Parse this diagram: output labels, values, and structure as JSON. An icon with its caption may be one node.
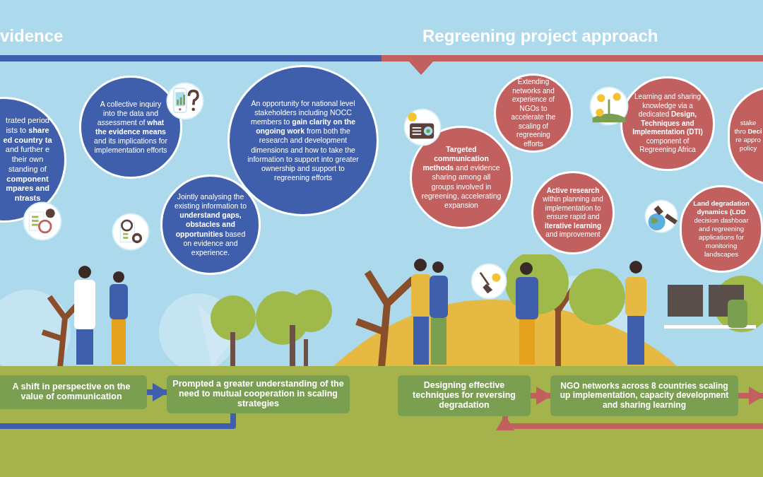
{
  "diagram": {
    "nodes": [
      {
        "text": [
          "trated period ists to **share ed country ta** and further e their own standing of **component mpares and ntrasts**"
        ]
      },
      {
        "text": [
          "A collective inquiry into the data and assessment of **what the evidence means** and its implications for implementation efforts"
        ]
      },
      {
        "text": [
          "Jointly analysing the existing information to **understand gaps, obstacles and opportunities** based on evidence and experience."
        ]
      },
      {
        "text": [
          "An opportunity for national level stakeholders including NOCC members to **gain clarity on the ongoing work** from both the research and development dimensions and how to take the information to support into greater ownership and support to regreening efforts"
        ]
      },
      {
        "text": [
          "**Targeted communication methods** and evidence sharing among all groups involved in regreening, accelerating expansion"
        ]
      },
      {
        "text": [
          "Extending networks and experience of NGOs to accelerate the scaling of regreening efforts"
        ]
      },
      {
        "text": [
          "**Active research** within planning and implementation to ensure rapid and **iterative learning** and improvement"
        ]
      },
      {
        "text": [
          "Learning and sharing knowledge via a dedicated **Design, Techniques and Implementation (DTI)** component of Regreening Africa"
        ]
      },
      {
        "text": [
          "stake thro **Deci** re appro policy"
        ]
      },
      {
        "text": [
          "**Land degradation dynamics (LDD** decision dashboar and regreening applications for monitoring landscapes"
        ]
      },
      {
        "text": [
          "A shift in perspective on the value of communication"
        ]
      },
      {
        "text": [
          "Prompted a greater understanding of the need to mutual cooperation in scaling strategies"
        ]
      },
      {
        "text": [
          "Designing effective techniques for reversing degradation"
        ]
      },
      {
        "text": [
          "NGO networks across 8 countries scaling up implementation, capacity development and sharing learning"
        ]
      }
    ],
    "edges": [
      {
        "from": 10,
        "to": 11,
        "arrow": "to",
        "color": "#3f5fad"
      },
      {
        "from": 11,
        "to": null,
        "arrow": "none",
        "color": "#3f5fad"
      },
      {
        "from": 12,
        "to": 13,
        "arrow": "to",
        "color": "#c25f5f"
      },
      {
        "from": 13,
        "to": null,
        "arrow": "to",
        "color": "#c25f5f"
      },
      {
        "from": null,
        "to": 12,
        "arrow": "to",
        "color": "#c25f5f"
      }
    ],
    "labels": [
      "vidence",
      "Regreening project approach"
    ]
  }
}
